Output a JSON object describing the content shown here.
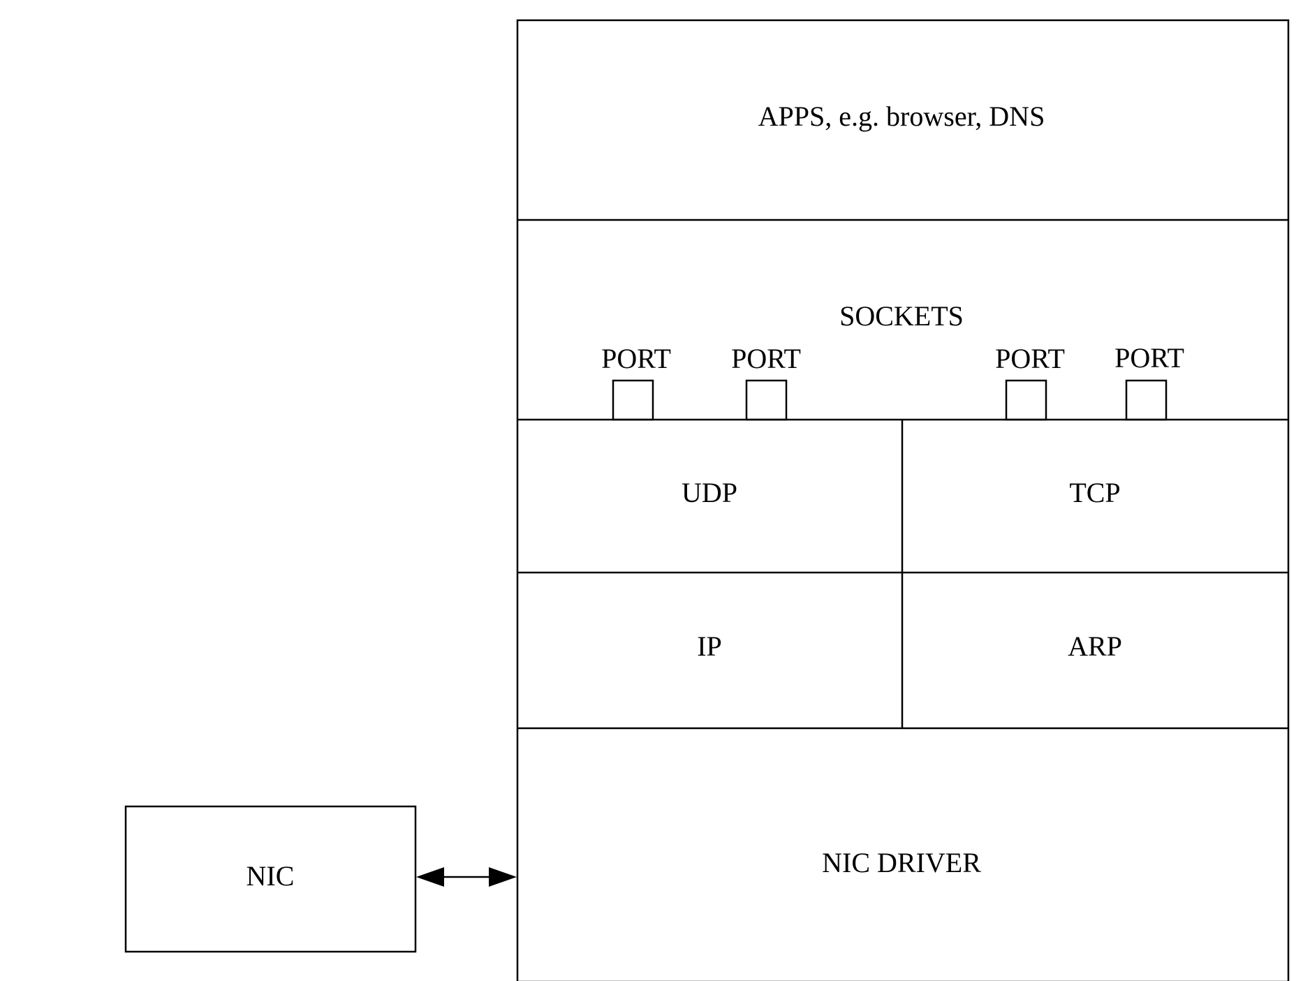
{
  "diagram": {
    "apps_label": "APPS, e.g. browser, DNS",
    "sockets_label": "SOCKETS",
    "ports": [
      "PORT",
      "PORT",
      "PORT",
      "PORT"
    ],
    "udp_label": "UDP",
    "tcp_label": "TCP",
    "ip_label": "IP",
    "arp_label": "ARP",
    "nic_driver_label": "NIC DRIVER",
    "nic_label": "NIC"
  },
  "colors": {
    "line": "#000000",
    "background": "#ffffff"
  }
}
